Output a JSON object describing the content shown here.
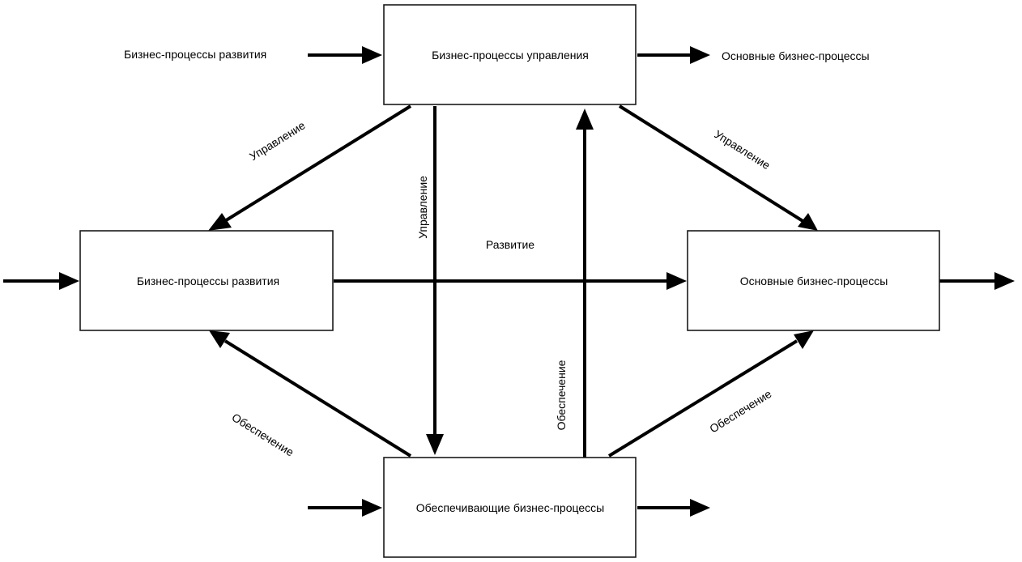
{
  "nodes": {
    "management": "Бизнес-процессы управления",
    "development": "Бизнес-процессы развития",
    "core": "Основные бизнес-процессы",
    "support": "Обеспечивающие бизнес-процессы"
  },
  "external_labels": {
    "management_in": "Бизнес-процессы развития",
    "management_out": "Основные бизнес-процессы"
  },
  "edge_labels": {
    "mgmt_to_dev": "Управление",
    "mgmt_to_support": "Управление",
    "mgmt_to_core": "Управление",
    "dev_to_core": "Развитие",
    "support_to_dev": "Обеспечение",
    "support_to_mgmt": "Обеспечение",
    "support_to_core": "Обеспечение"
  }
}
